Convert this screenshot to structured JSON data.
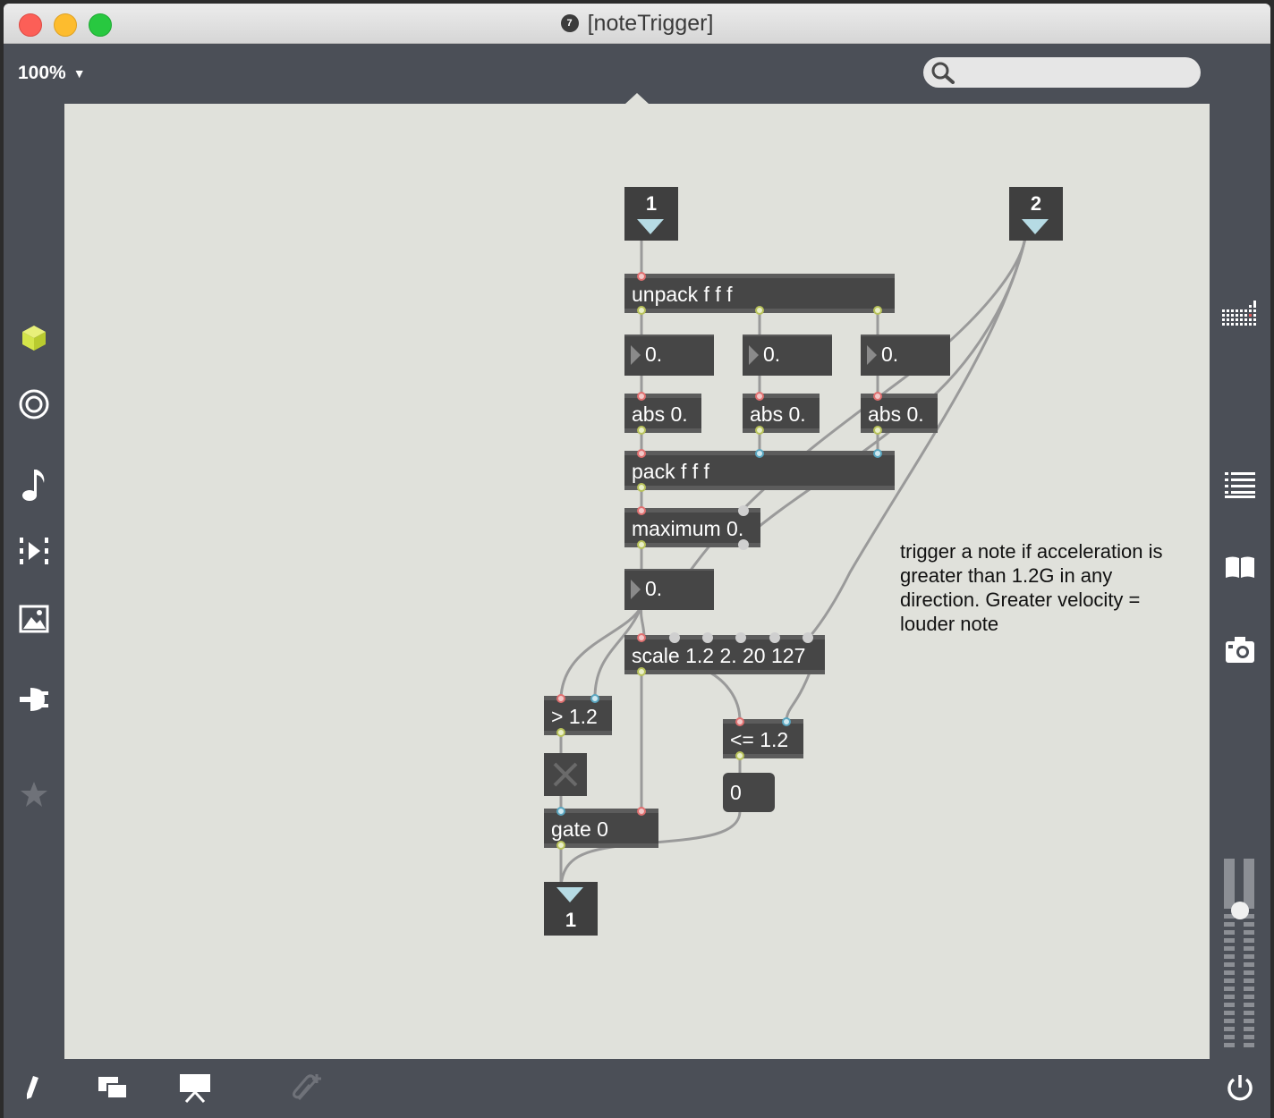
{
  "window": {
    "title": "[noteTrigger]"
  },
  "toolbar": {
    "zoom": "100%"
  },
  "search": {
    "placeholder": ""
  },
  "patch": {
    "inlet_1": "1",
    "inlet_2": "2",
    "unpack": "unpack f f f",
    "num_1": "0.",
    "num_2": "0.",
    "num_3": "0.",
    "abs_1": "abs 0.",
    "abs_2": "abs 0.",
    "abs_3": "abs 0.",
    "pack": "pack f f f",
    "maximum": "maximum 0.",
    "num_max": "0.",
    "scale": "scale 1.2 2. 20 127",
    "gt": "> 1.2",
    "le": "<= 1.2",
    "msg_zero": "0",
    "gate": "gate 0",
    "outlet_1": "1",
    "comment": "trigger a note if acceleration is greater than 1.2G in any direction. Greater velocity = louder note"
  },
  "left_sidebar": [
    "cube-icon",
    "target-icon",
    "music-note-icon",
    "media-icon",
    "image-icon",
    "plug-icon",
    "star-icon"
  ],
  "right_sidebar": [
    "keyboard-grid-icon",
    "list-icon",
    "book-icon",
    "camera-icon"
  ],
  "bottom_toolbar": [
    "pencil-icon",
    "windows-icon",
    "presentation-icon",
    "paperclip-add-icon",
    "power-icon"
  ],
  "colors": {
    "canvas": "#e0e1db",
    "chrome": "#4b4f57",
    "object": "#464646",
    "accent": "#d4e54a"
  }
}
